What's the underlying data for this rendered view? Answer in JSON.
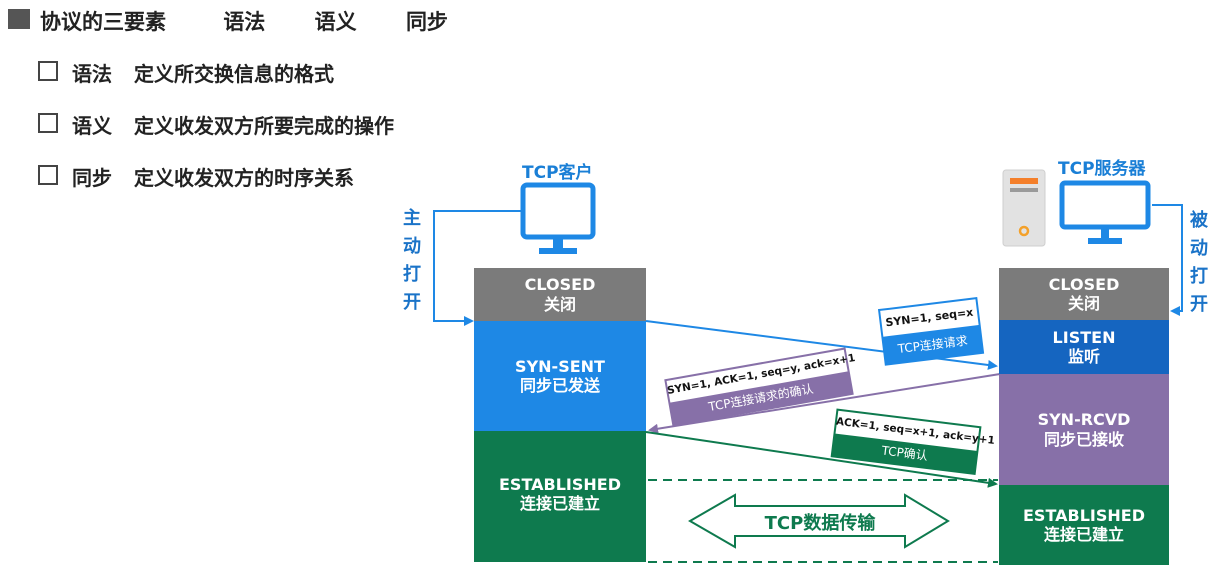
{
  "heading": {
    "title": "协议的三要素",
    "terms": [
      "语法",
      "语义",
      "同步"
    ]
  },
  "items": [
    {
      "term": "语法",
      "desc": "定义所交换信息的格式"
    },
    {
      "term": "语义",
      "desc": "定义收发双方所要完成的操作"
    },
    {
      "term": "同步",
      "desc": "定义收发双方的时序关系"
    }
  ],
  "client": {
    "title": "TCP客户",
    "side_label": [
      "主",
      "动",
      "打",
      "开"
    ],
    "states": [
      {
        "en": "CLOSED",
        "zh": "关闭",
        "color": "#7b7b7b"
      },
      {
        "en": "SYN-SENT",
        "zh": "同步已发送",
        "color": "#1e88e5"
      },
      {
        "en": "ESTABLISHED",
        "zh": "连接已建立",
        "color": "#0e7a4e"
      }
    ]
  },
  "server": {
    "title": "TCP服务器",
    "side_label": [
      "被",
      "动",
      "打",
      "开"
    ],
    "states": [
      {
        "en": "CLOSED",
        "zh": "关闭",
        "color": "#7b7b7b"
      },
      {
        "en": "LISTEN",
        "zh": "监听",
        "color": "#1565c0"
      },
      {
        "en": "SYN-RCVD",
        "zh": "同步已接收",
        "color": "#8770a8"
      },
      {
        "en": "ESTABLISHED",
        "zh": "连接已建立",
        "color": "#0e7a4e"
      }
    ]
  },
  "messages": [
    {
      "fields": "SYN=1, seq=x",
      "label": "TCP连接请求",
      "color": "#1e88e5"
    },
    {
      "fields": "SYN=1,  ACK=1,  seq=y, ack=x+1",
      "label": "TCP连接请求的确认",
      "color": "#8770a8"
    },
    {
      "fields": "ACK=1,  seq=x+1, ack=y+1",
      "label": "TCP确认",
      "color": "#0e7a4e"
    }
  ],
  "transfer_label": "TCP数据传输"
}
